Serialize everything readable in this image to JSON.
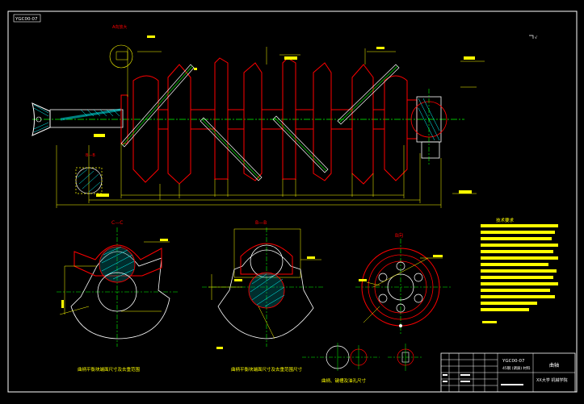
{
  "drawing": {
    "drawing_number": "YGC00-07",
    "section_labels": {
      "left_section": "C—C",
      "middle_section": "B—B",
      "right_view": "B向"
    },
    "captions": {
      "left_caption": "曲柄平衡块端面尺寸及去重范围",
      "middle_caption": "曲柄平衡块端面尺寸及去重范围尺寸",
      "bottom_caption": "曲柄、键槽及油孔尺寸"
    },
    "title_block": {
      "part_number": "YGC00-07",
      "drawing_name": "曲轴",
      "sub_title": "45钢 (调质) 材料",
      "org": "XX大学 机械学院"
    },
    "notes_title": "技术要求",
    "note_lines": 14
  },
  "colors": {
    "background": "#000000",
    "outline": "#ffffff",
    "part": "#ff0000",
    "dimension": "#ffff00",
    "center_line": "#00ff00",
    "hatch": "#00ffff",
    "section_fill": "#00a0a0"
  },
  "icons": {
    "ucs": "ucs-icon",
    "balance_view": "section-view-icon"
  }
}
